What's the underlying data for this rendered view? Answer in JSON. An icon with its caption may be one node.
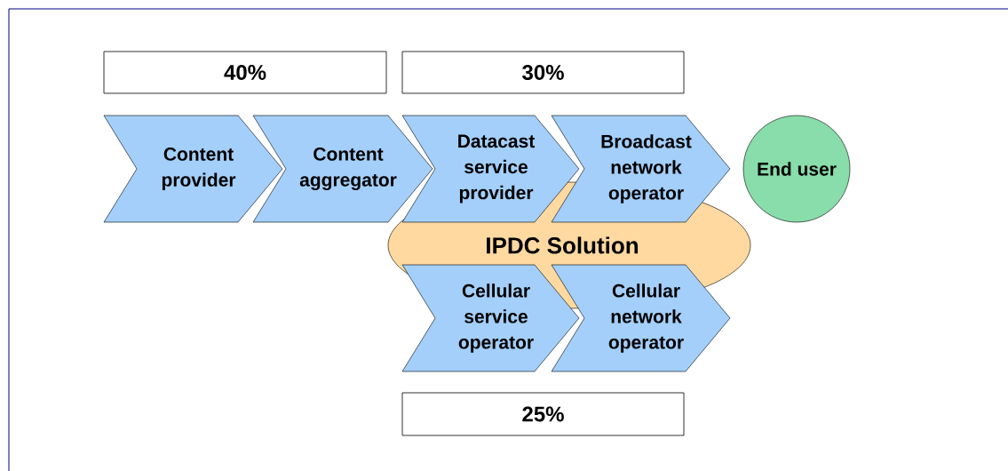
{
  "diagram": {
    "nodes": [
      {
        "text": [
          "40%"
        ]
      },
      {
        "text": [
          "30%"
        ]
      },
      {
        "text": [
          "Content provider"
        ]
      },
      {
        "text": [
          "Content aggregator"
        ]
      },
      {
        "text": [
          "IPDC Solution"
        ]
      },
      {
        "text": [
          "Datacast service provider"
        ]
      },
      {
        "text": [
          "Broadcast network operator"
        ]
      },
      {
        "text": [
          "End user"
        ]
      },
      {
        "text": [
          "Cellular service operator"
        ]
      },
      {
        "text": [
          "Cellular network operator"
        ]
      },
      {
        "text": [
          "25%"
        ]
      }
    ]
  }
}
